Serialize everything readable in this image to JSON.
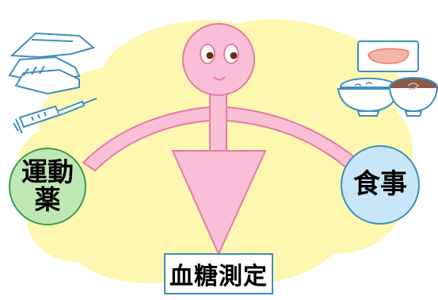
{
  "labels": {
    "left_line1": "運動",
    "left_line2": "薬",
    "right": "食事",
    "bottom": "血糖測定"
  },
  "colors": {
    "background_blob": "#fdf7b0",
    "figure_pink": "#f8bfd6",
    "figure_outline": "#e77aa6",
    "left_circle": "#bfe7b4",
    "left_circle_outline": "#3c9a54",
    "right_circle": "#c8e6f7",
    "right_circle_outline": "#3e8fbe"
  },
  "icons": [
    "shoes-and-towel-icon",
    "syringe-icon",
    "meat-plate-icon",
    "rice-bowl-icon",
    "soup-bowl-icon"
  ]
}
